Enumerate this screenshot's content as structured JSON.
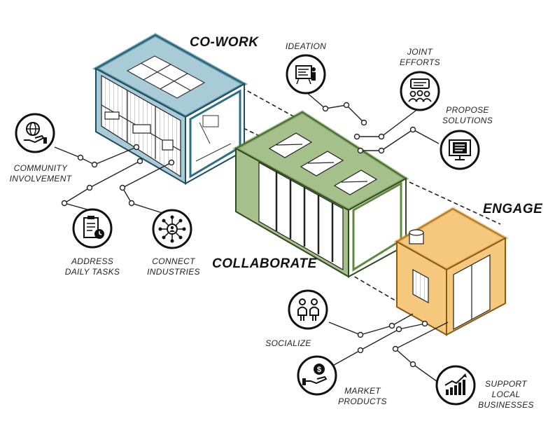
{
  "titles": {
    "cowork": "CO-WORK",
    "collaborate": "COLLABORATE",
    "engage": "ENGAGE"
  },
  "nodes": {
    "ideation": {
      "label": "IDEATION",
      "icon": "presentation-board-icon"
    },
    "joint_efforts": {
      "label_lines": [
        "JOINT",
        "EFFORTS"
      ],
      "icon": "team-chat-icon"
    },
    "propose_solutions": {
      "label_lines": [
        "PROPOSE",
        "SOLUTIONS"
      ],
      "icon": "monitor-document-icon"
    },
    "community_involvement": {
      "label_lines": [
        "COMMUNITY",
        "INVOLVEMENT"
      ],
      "icon": "globe-hand-icon"
    },
    "address_daily_tasks": {
      "label_lines": [
        "ADDRESS",
        "DAILY TASKS"
      ],
      "icon": "clipboard-clock-icon"
    },
    "connect_industries": {
      "label_lines": [
        "CONNECT",
        "INDUSTRIES"
      ],
      "icon": "network-person-icon"
    },
    "socialize": {
      "label": "SOCIALIZE",
      "icon": "two-people-icon"
    },
    "market_products": {
      "label_lines": [
        "MARKET",
        "PRODUCTS"
      ],
      "icon": "hand-coin-icon"
    },
    "support_local_businesses": {
      "label_lines": [
        "SUPPORT",
        "LOCAL",
        "BUSINESSES"
      ],
      "icon": "growth-chart-icon"
    }
  },
  "colors": {
    "cowork_blue": "#a9cbd8",
    "cowork_frame": "#2a6f86",
    "collaborate_green": "#a6c08c",
    "collaborate_frame": "#5d8a3e",
    "engage_orange": "#f5c87d",
    "engage_frame": "#d59a35"
  }
}
